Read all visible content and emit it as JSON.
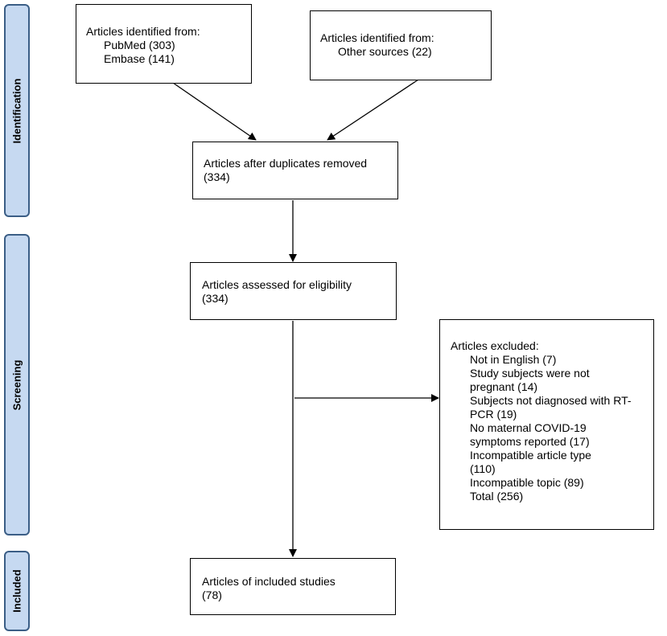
{
  "phases": {
    "identification": "Identification",
    "screening": "Screening",
    "included": "Included"
  },
  "boxes": {
    "identified_db": {
      "heading": "Articles identified from:",
      "items": [
        "PubMed (303)",
        "Embase (141)"
      ]
    },
    "identified_other": {
      "heading": "Articles identified from:",
      "items": [
        "Other sources (22)"
      ]
    },
    "after_duplicates": {
      "lines": [
        "Articles after duplicates removed",
        "(334)"
      ]
    },
    "assessed": {
      "lines": [
        "Articles assessed for eligibility",
        "(334)"
      ]
    },
    "excluded": {
      "heading": "Articles excluded:",
      "items": [
        "Not in English (7)",
        "Study subjects were not",
        "pregnant (14)",
        "Subjects not diagnosed with RT-",
        "PCR (19)",
        "No maternal COVID-19",
        "symptoms reported (17)",
        "Incompatible article type",
        "(110)",
        "Incompatible topic (89)",
        "Total (256)"
      ]
    },
    "included": {
      "lines": [
        "Articles of included studies",
        "(78)"
      ]
    }
  },
  "colors": {
    "phase_fill": "#c6d9f1",
    "phase_border": "#3b5e86",
    "box_border": "#000000"
  }
}
